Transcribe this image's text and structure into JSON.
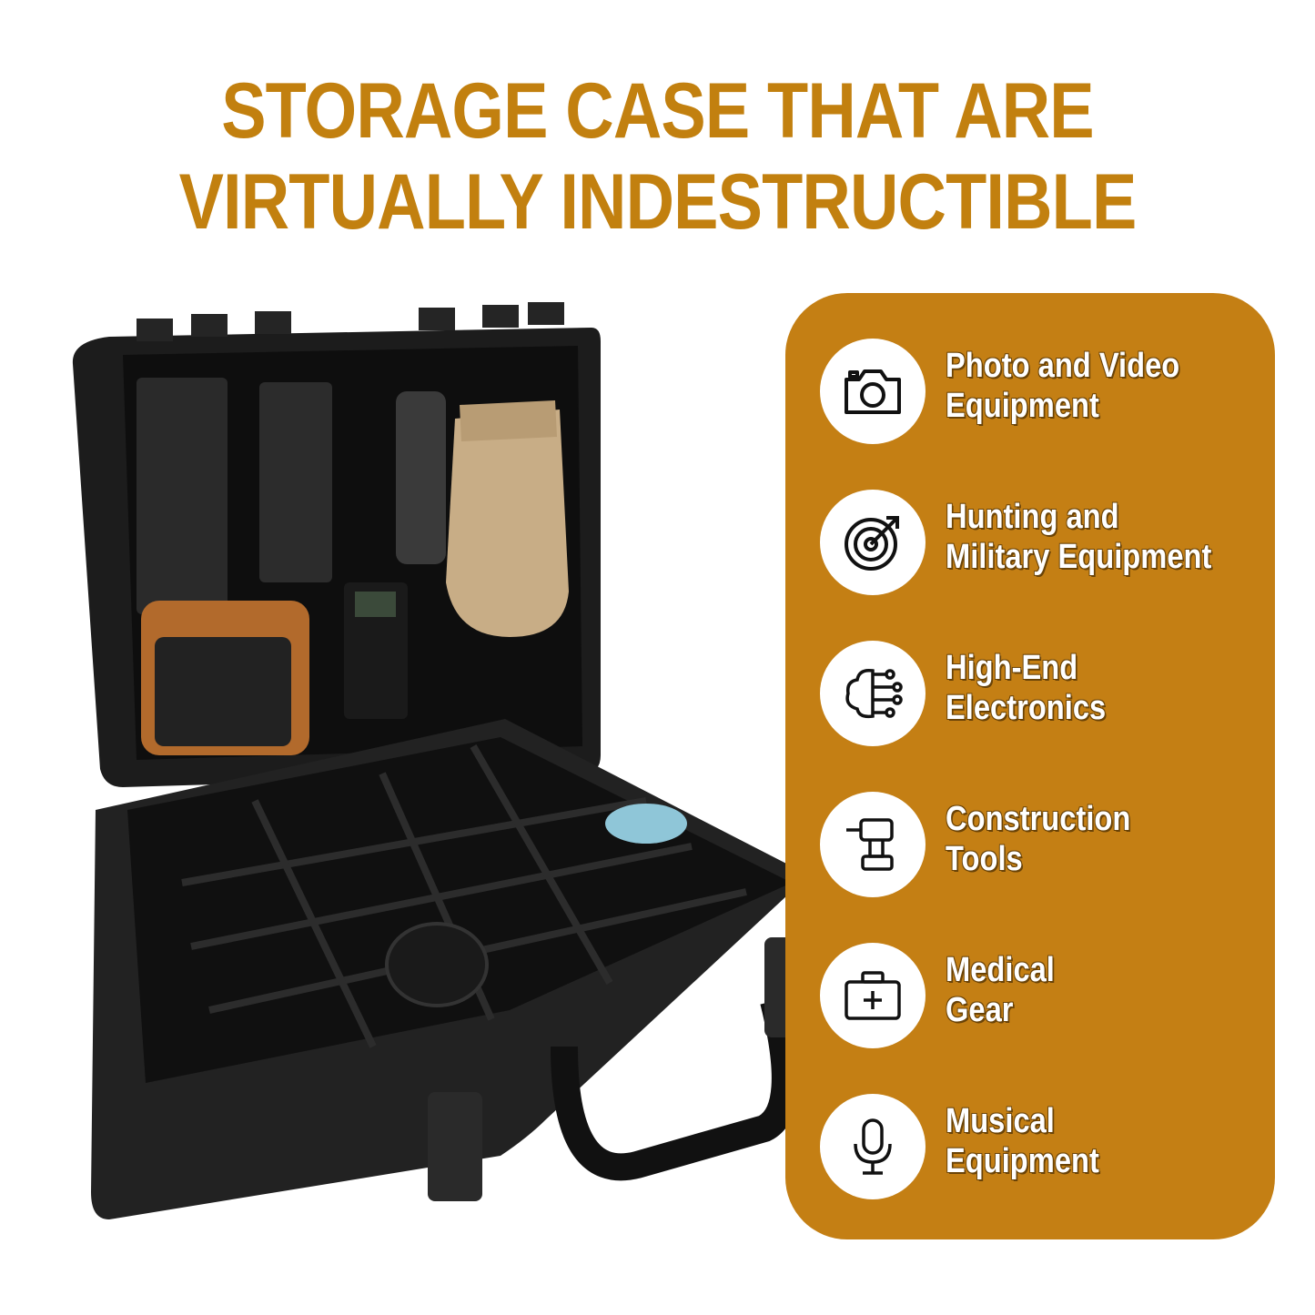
{
  "headline": {
    "line1": "STORAGE CASE THAT ARE",
    "line2": "VIRTUALLY INDESTRUCTIBLE"
  },
  "colors": {
    "accent": "#c47f14",
    "headline": "#c2800f",
    "case": "#1c1c1c"
  },
  "features": [
    {
      "icon": "camera-icon",
      "line1": "Photo and Video",
      "line2": "Equipment"
    },
    {
      "icon": "radar-icon",
      "line1": "Hunting and",
      "line2": "Military Equipment"
    },
    {
      "icon": "brain-circuit-icon",
      "line1": "High-End",
      "line2": "Electronics"
    },
    {
      "icon": "drill-icon",
      "line1": "Construction",
      "line2": "Tools"
    },
    {
      "icon": "first-aid-kit-icon",
      "line1": "Medical",
      "line2": "Gear"
    },
    {
      "icon": "microphone-icon",
      "line1": "Musical",
      "line2": "Equipment"
    }
  ]
}
